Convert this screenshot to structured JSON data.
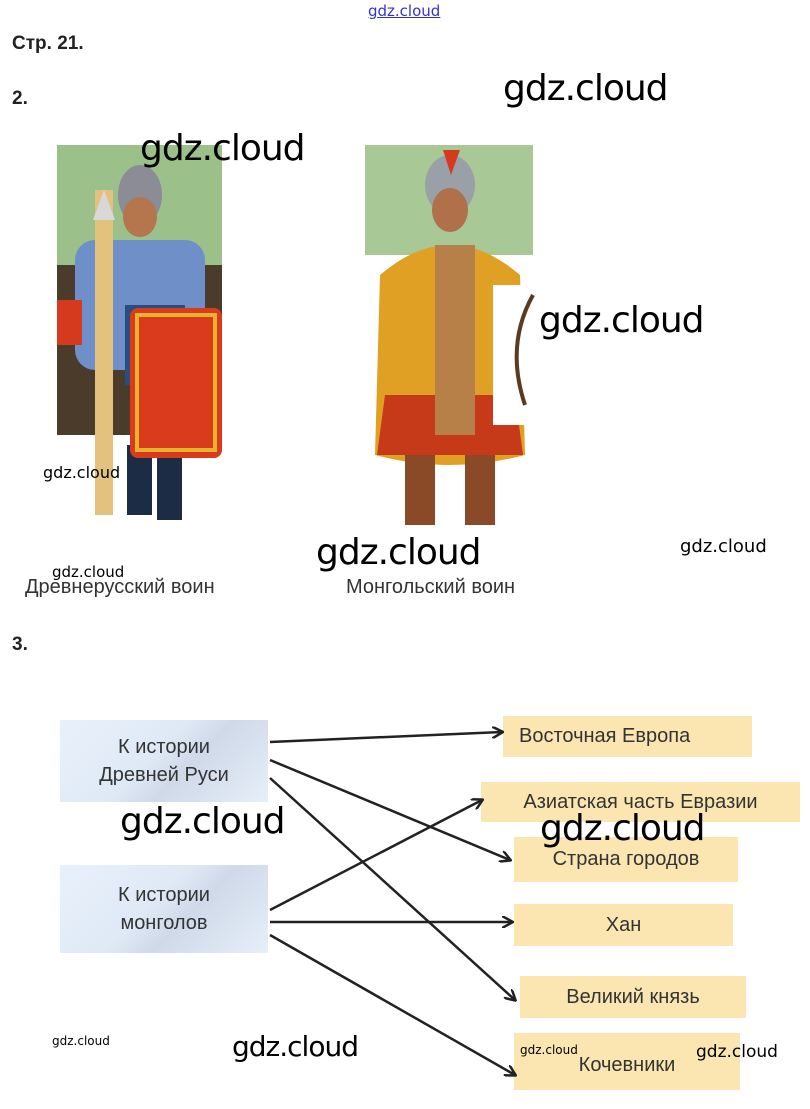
{
  "watermark": "gdz.cloud",
  "page_heading": "Стр. 21.",
  "task2": {
    "number": "2.",
    "captions": [
      "Древнерусский воин",
      "Монгольский воин"
    ]
  },
  "task3": {
    "number": "3.",
    "left": [
      "К истории\nДревней Руси",
      "К истории\nмонголов"
    ],
    "right": [
      "Восточная Европа",
      "Азиатская часть Евразии",
      "Страна городов",
      "Хан",
      "Великий князь",
      "Кочевники"
    ],
    "links": [
      {
        "from": 0,
        "to": 0
      },
      {
        "from": 0,
        "to": 2
      },
      {
        "from": 0,
        "to": 4
      },
      {
        "from": 1,
        "to": 1
      },
      {
        "from": 1,
        "to": 3
      },
      {
        "from": 1,
        "to": 5
      }
    ]
  }
}
